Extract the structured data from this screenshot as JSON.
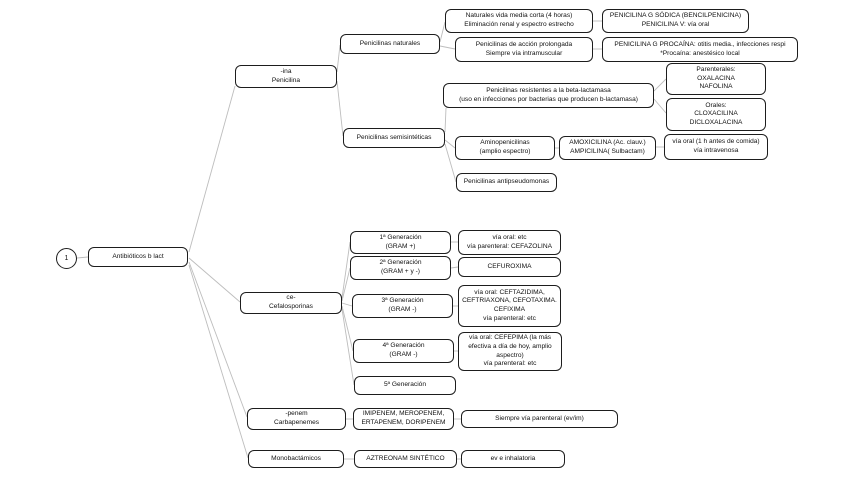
{
  "diagram": {
    "marker": "1",
    "colors": {
      "background": "#ffffff",
      "node_border": "#1d1d1d",
      "text": "#111111",
      "connector": "#bdbdbd"
    },
    "nodes": {
      "root": {
        "lines": [
          "Antibióticos b lact"
        ]
      },
      "penicilina": {
        "lines": [
          "-ina",
          "Penicilina"
        ]
      },
      "pen_naturales": {
        "lines": [
          "Penicilinas naturales"
        ]
      },
      "nat_corta": {
        "lines": [
          "Naturales vida media corta (4 horas)",
          "Eliminación renal y espectro estrecho"
        ]
      },
      "pen_g_sodica": {
        "lines": [
          "PENICILINA G SÓDICA (BENCILPENICINA)",
          "PENICILINA V: vía oral"
        ]
      },
      "accion_prolongada": {
        "lines": [
          "Penicilinas de acción prolongada",
          "Siempre vía intramuscular"
        ]
      },
      "pen_g_procaina": {
        "lines": [
          "PENICILINA G PROCAÍNA: otitis media., infecciones respi",
          "*Procaína: anestésico local"
        ]
      },
      "pen_semisinteticas": {
        "lines": [
          "Penicilinas semisintéticas"
        ]
      },
      "beta_lactamasa": {
        "lines": [
          "Penicilinas resistentes a la beta-lactamasa",
          "(uso en infecciones por bacterias que producen b-lactamasa)"
        ]
      },
      "parenterales": {
        "lines": [
          "Parenterales:",
          "OXALACINA",
          "NAFOLINA"
        ]
      },
      "orales": {
        "lines": [
          "Orales:",
          "CLOXACILINA",
          "DICLOXALACINA"
        ]
      },
      "aminopenicilinas": {
        "lines": [
          "Aminopenicilinas",
          "(amplio espectro)"
        ]
      },
      "amoxicilina": {
        "lines": [
          "AMOXICILINA (Ac. clauv.)",
          "AMPICILINA( Sulbactam)"
        ]
      },
      "via_oral_comida": {
        "lines": [
          "vía oral (1 h antes de comida)",
          "vía intravenosa"
        ]
      },
      "antipseudomonas": {
        "lines": [
          "Penicilinas antipseudomonas"
        ]
      },
      "cefalosporinas": {
        "lines": [
          "ce-",
          "Cefalosporinas"
        ]
      },
      "gen1": {
        "lines": [
          "1ª Generación",
          "(GRAM +)"
        ]
      },
      "gen1_info": {
        "lines": [
          "vía oral: etc",
          "vía parenteral: CEFAZOLINA"
        ]
      },
      "gen2": {
        "lines": [
          "2ª Generación",
          "(GRAM + y  -)"
        ]
      },
      "gen2_info": {
        "lines": [
          "CEFUROXIMA"
        ]
      },
      "gen3": {
        "lines": [
          "3ª Generación",
          "(GRAM -)"
        ]
      },
      "gen3_info": {
        "lines": [
          "vía oral: CEFTAZIDIMA,",
          "CEFTRIAXONA, CEFOTAXIMA.",
          "CEFIXIMA",
          "vía parenteral: etc"
        ]
      },
      "gen4": {
        "lines": [
          "4ª Generación",
          "(GRAM -)"
        ]
      },
      "gen4_info": {
        "lines": [
          "vía oral: CEFEPIMA (la más",
          "efectiva a día de hoy, amplio",
          "aspectro)",
          "vía parenteral: etc"
        ]
      },
      "gen5": {
        "lines": [
          "5ª Generación"
        ]
      },
      "carbapenemes": {
        "lines": [
          "-penem",
          "Carbapenemes"
        ]
      },
      "imipenem": {
        "lines": [
          "IMIPENEM, MEROPENEM,",
          "ERTAPENEM, DORIPENEM"
        ]
      },
      "carba_info": {
        "lines": [
          "Siempre vía parenteral (ev/im)"
        ]
      },
      "monobactamicos": {
        "lines": [
          "Monobactámicos"
        ]
      },
      "aztreonam": {
        "lines": [
          "AZTREONAM SINTÉTICO"
        ]
      },
      "mono_info": {
        "lines": [
          "ev e inhalatoria"
        ]
      }
    }
  }
}
